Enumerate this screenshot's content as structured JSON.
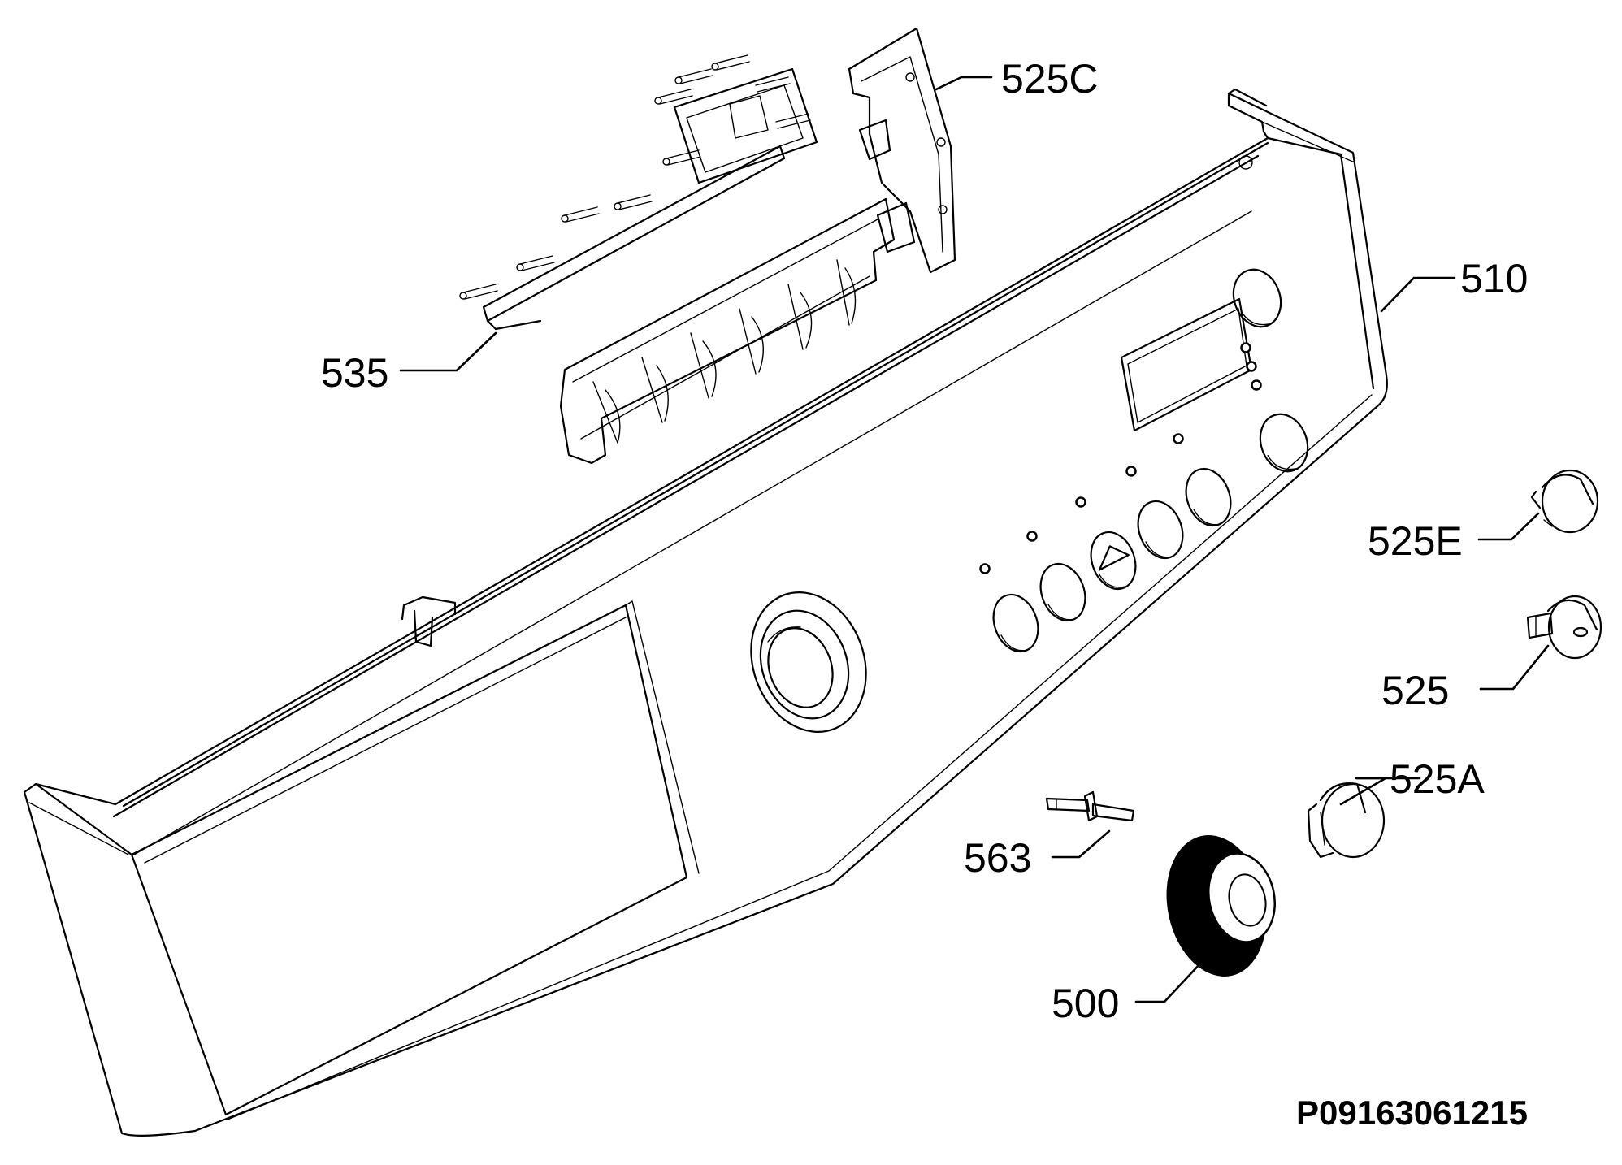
{
  "diagram": {
    "drawing_code": "P09163061215",
    "callouts": {
      "c525C": "525C",
      "c510": "510",
      "c535": "535",
      "c525E": "525E",
      "c525": "525",
      "c525A": "525A",
      "c563": "563",
      "c500": "500"
    }
  },
  "colors": {
    "line": "#000000",
    "background": "#ffffff"
  }
}
